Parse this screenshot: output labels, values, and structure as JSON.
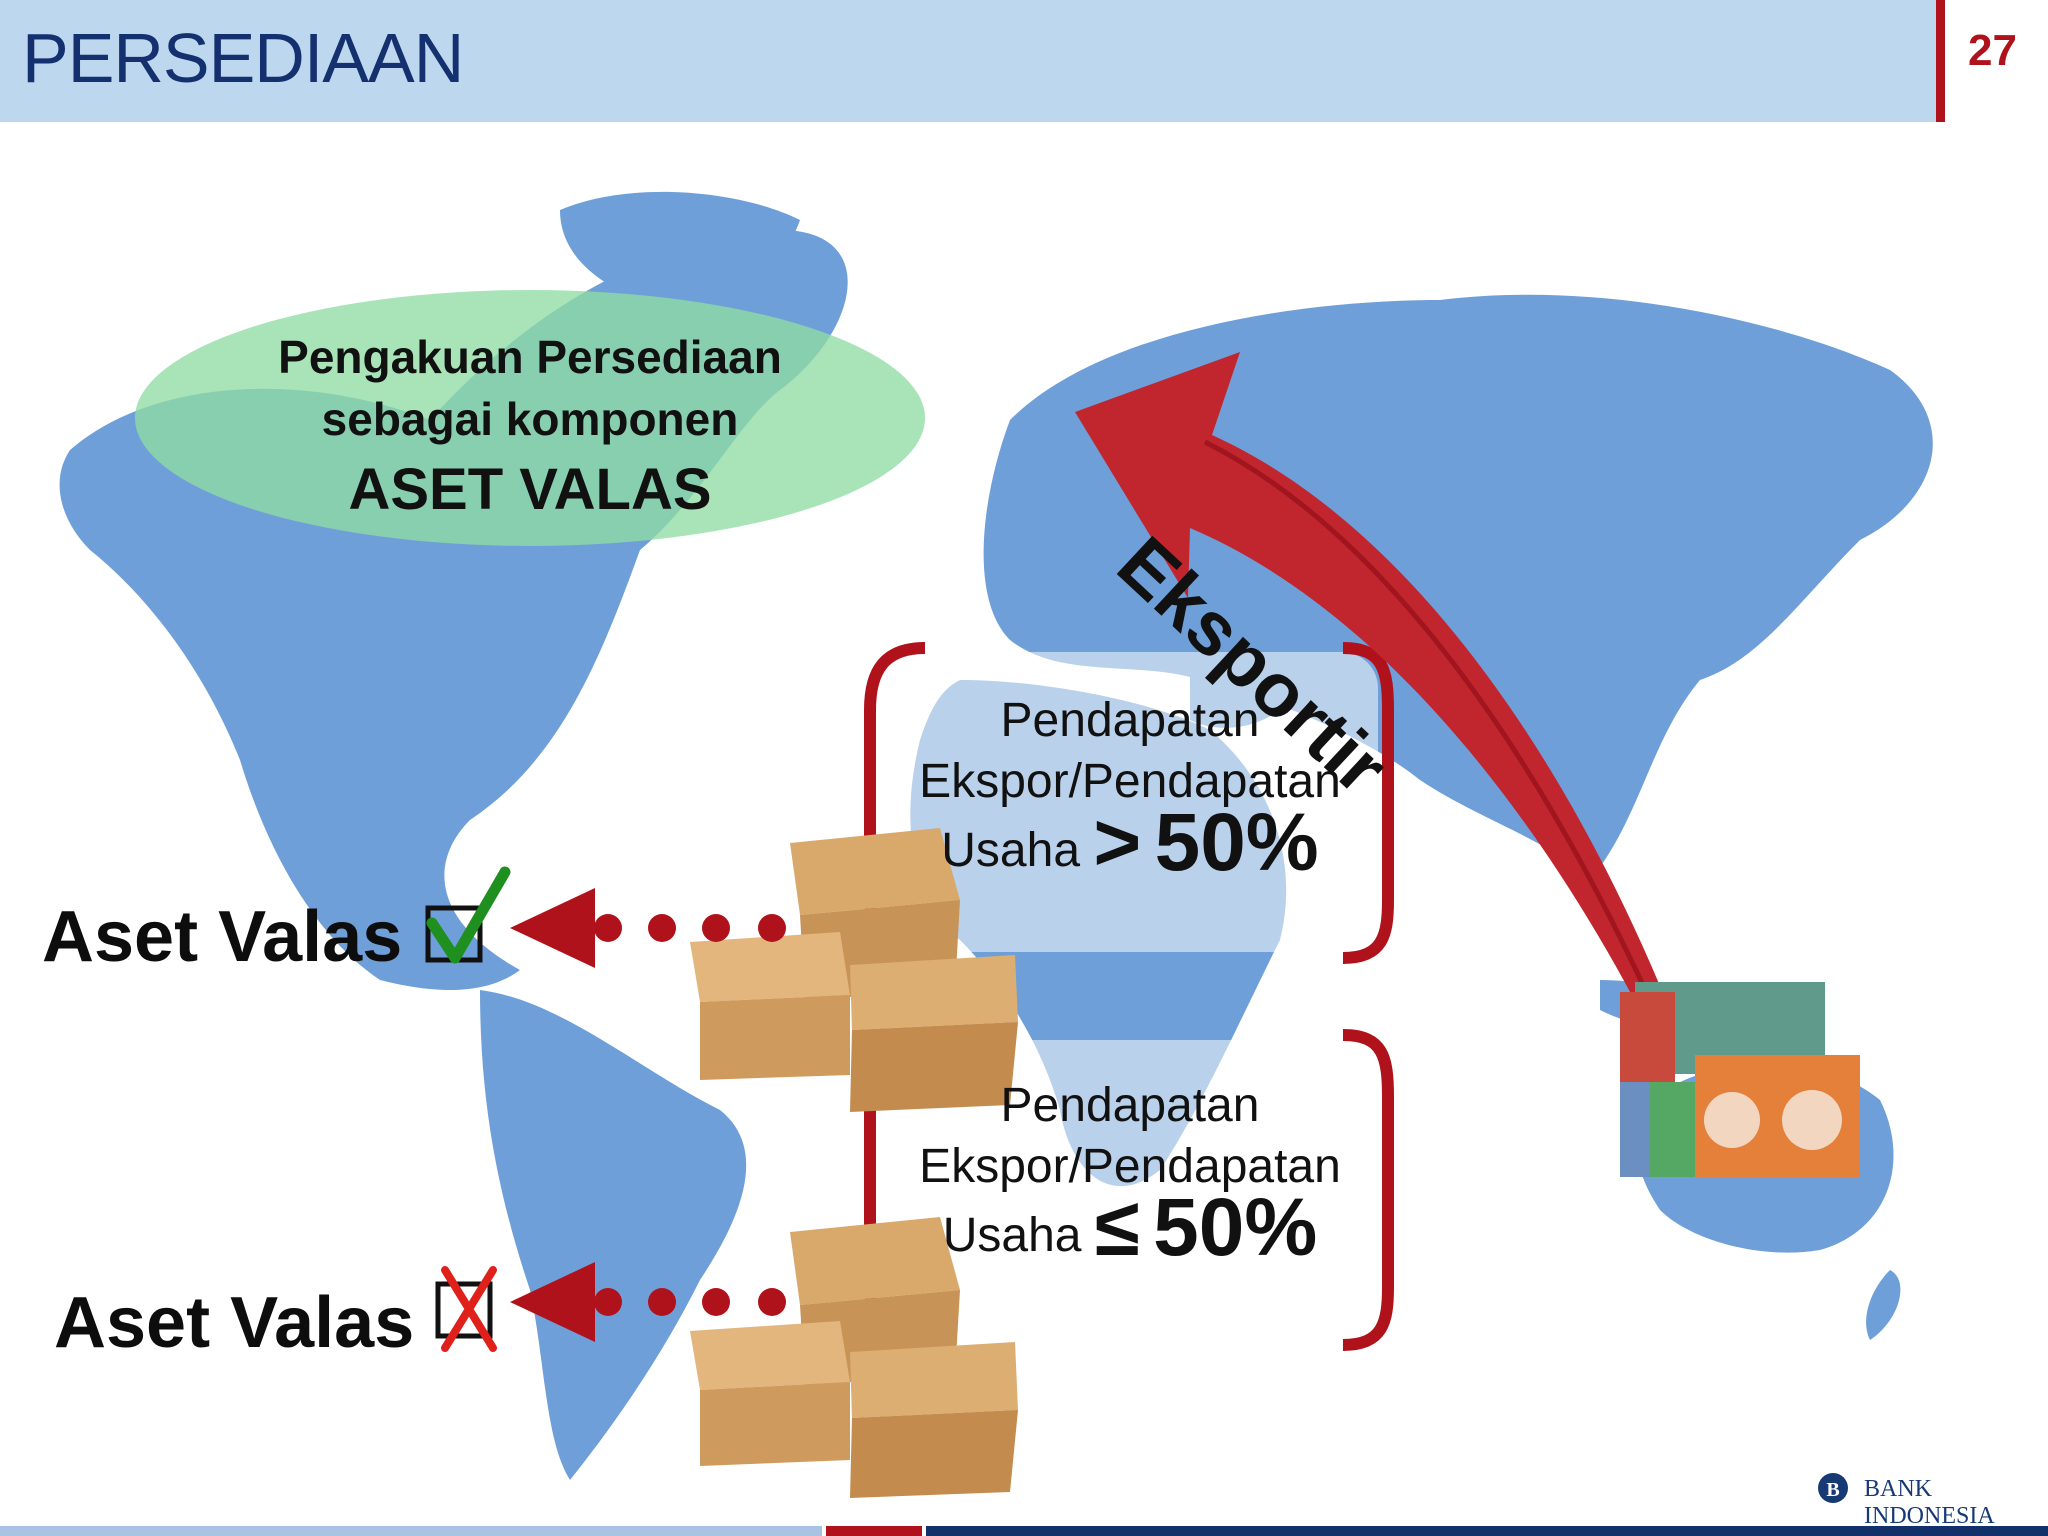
{
  "header": {
    "title": "PERSEDIAAN",
    "page_number": "27"
  },
  "callout": {
    "line1": "Pengakuan Persediaan",
    "line2": "sebagai komponen",
    "line3": "ASET VALAS"
  },
  "arrow_label": "Eksportir",
  "box_top": {
    "line1": "Pendapatan",
    "line2": "Ekspor/Pendapatan",
    "line3_prefix": "Usaha",
    "operator": ">",
    "percent": "50%"
  },
  "box_bottom": {
    "line1": "Pendapatan",
    "line2": "Ekspor/Pendapatan",
    "line3_prefix": "Usaha",
    "operator": "≤",
    "percent": "50%"
  },
  "result_yes": {
    "label": "Aset Valas",
    "icon": "checked-box-icon"
  },
  "result_no": {
    "label": "Aset Valas",
    "icon": "crossed-box-icon"
  },
  "footer": {
    "logo_text": "BANK INDONESIA"
  },
  "colors": {
    "map": "#6f9fd8",
    "ellipse": "#8fdca4",
    "brand_red": "#b0121b",
    "header_bg": "#bdd7ee",
    "navy": "#14306e",
    "check_green": "#1f8f1f"
  }
}
